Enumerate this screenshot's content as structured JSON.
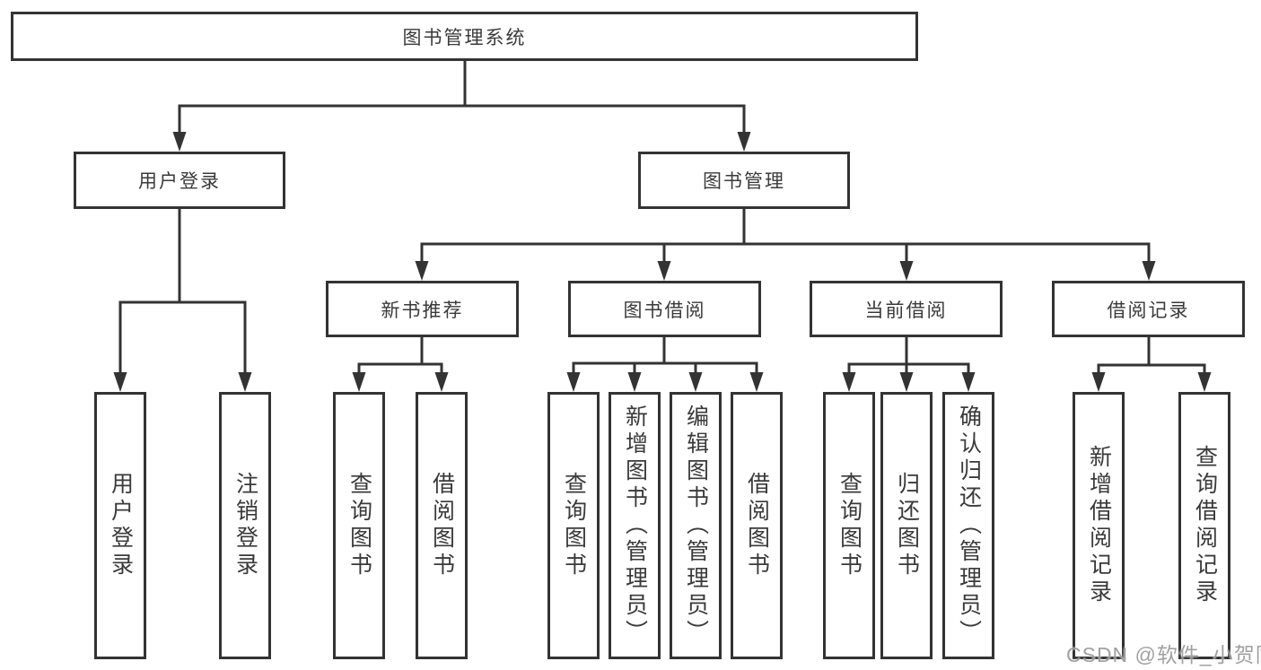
{
  "tree": {
    "root_label": "图书管理系统",
    "children": [
      {
        "label": "用户登录",
        "children": [
          {
            "label": "用户登录"
          },
          {
            "label": "注销登录"
          }
        ]
      },
      {
        "label": "图书管理",
        "children": [
          {
            "label": "新书推荐",
            "children": [
              {
                "label": "查询图书"
              },
              {
                "label": "借阅图书"
              }
            ]
          },
          {
            "label": "图书借阅",
            "children": [
              {
                "label": "查询图书"
              },
              {
                "label": "新增图书（管理员）"
              },
              {
                "label": "编辑图书（管理员）"
              },
              {
                "label": "借阅图书"
              }
            ]
          },
          {
            "label": "当前借阅",
            "children": [
              {
                "label": "查询图书"
              },
              {
                "label": "归还图书"
              },
              {
                "label": "确认归还（管理员）"
              }
            ]
          },
          {
            "label": "借阅记录",
            "children": [
              {
                "label": "新增借阅记录"
              },
              {
                "label": "查询借阅记录"
              }
            ]
          }
        ]
      }
    ]
  },
  "watermark": "CSDN @软件_小贺同学",
  "colors": {
    "line": "#333333",
    "text": "#3a3a3a",
    "watermark": "#919191",
    "background": "#ffffff"
  }
}
